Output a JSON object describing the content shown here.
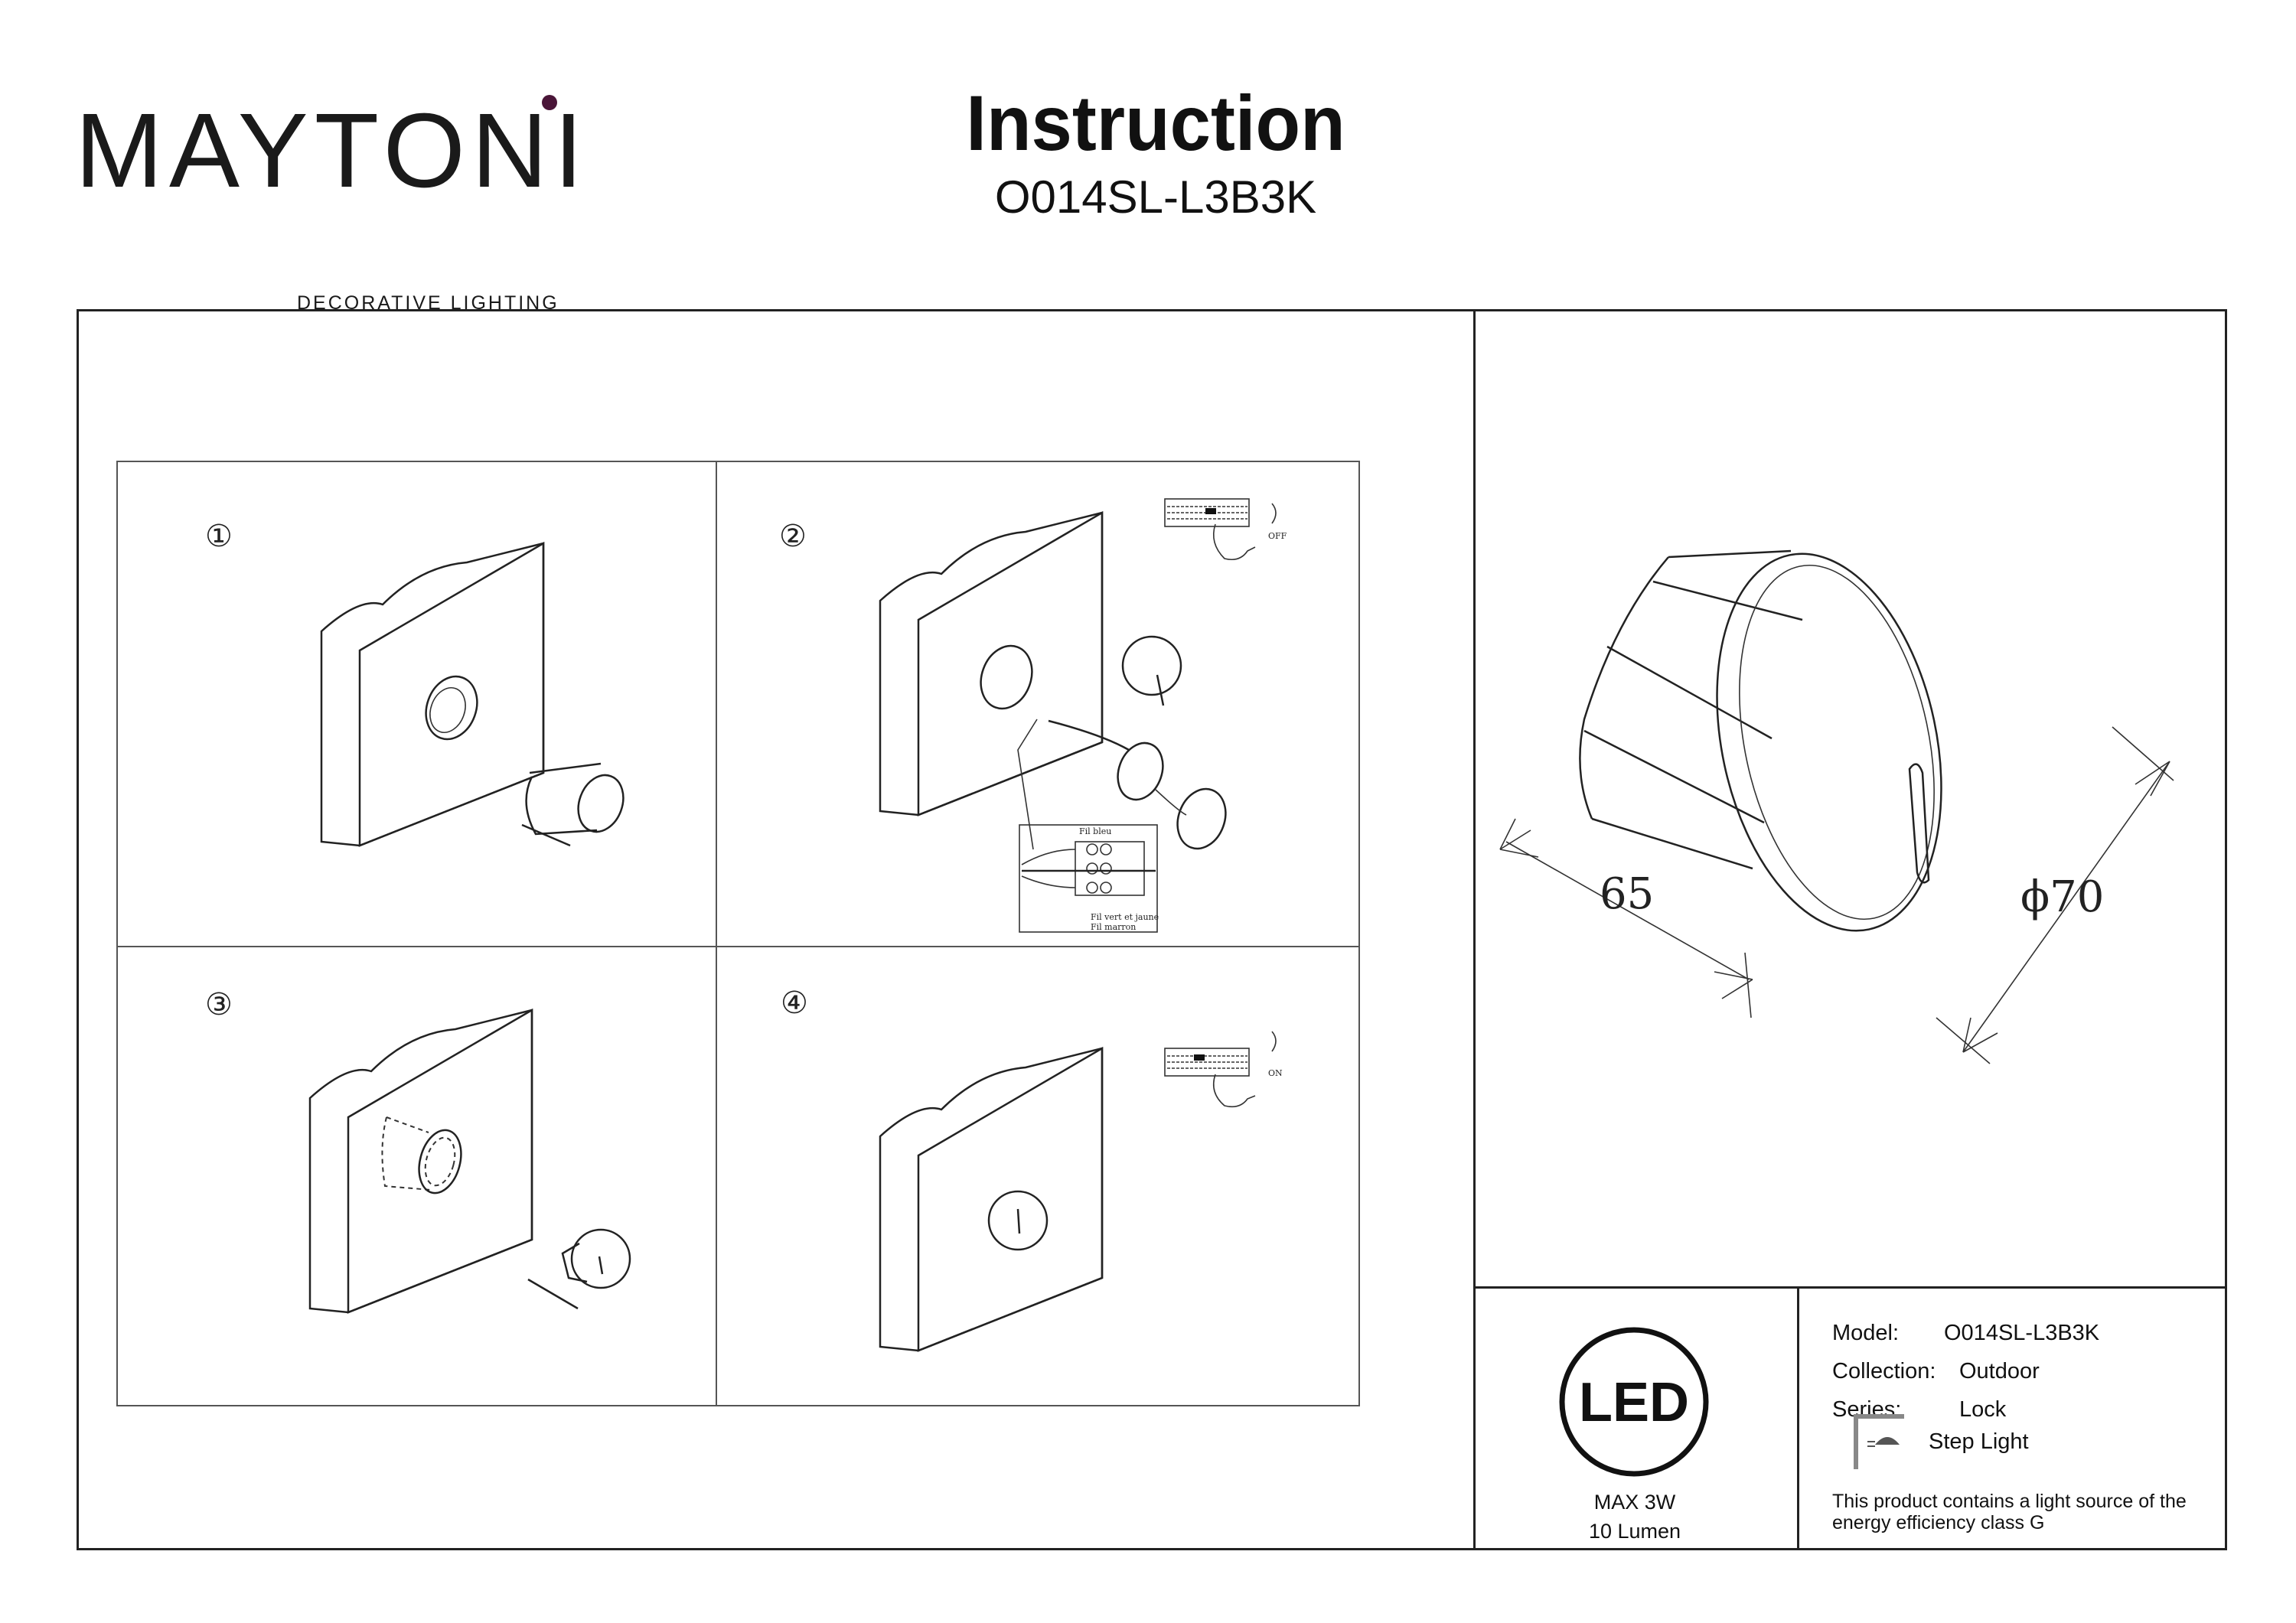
{
  "brand": {
    "name": "MAYTONI",
    "tagline": "DECORATIVE LIGHTING",
    "accent_color": "#4a1538"
  },
  "header": {
    "title": "Instruction",
    "model": "O014SL-L3B3K"
  },
  "steps": [
    {
      "number": "①"
    },
    {
      "number": "②",
      "switch_label": "OFF",
      "wiring_labels": [
        "Fil bleu",
        "Fil vert et jaune",
        "Fil marron"
      ]
    },
    {
      "number": "③"
    },
    {
      "number": "④",
      "switch_label": "ON"
    }
  ],
  "dimensions": {
    "depth": "65",
    "diameter": "ϕ70"
  },
  "led": {
    "logo_text": "LED",
    "power": "MAX 3W",
    "lumen": "10 Lumen"
  },
  "specs": {
    "model_label": "Model:",
    "model_value": "O014SL-L3B3K",
    "collection_label": "Collection:",
    "collection_value": "Outdoor",
    "series_label": "Series:",
    "series_value": "Lock",
    "type_value": "Step Light"
  },
  "energy_note": "This product contains a light source of the energy efficiency class G"
}
